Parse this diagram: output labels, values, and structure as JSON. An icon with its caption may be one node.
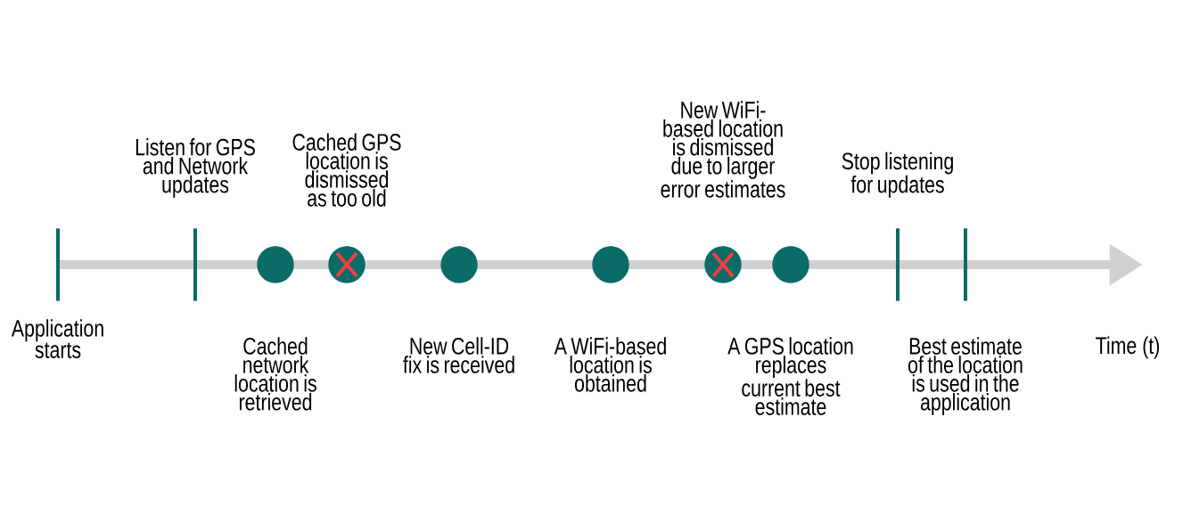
{
  "diagram": {
    "nodes": [
      {
        "text": [],
        "shape": "bar",
        "beside": [
          "Application starts"
        ]
      },
      {
        "text": [],
        "shape": "bar",
        "beside": [
          "Listen for GPS and Network updates"
        ]
      },
      {
        "text": [],
        "shape": "circle",
        "beside": [
          "Cached network location is retrieved"
        ]
      },
      {
        "text": [],
        "shape": "cross",
        "beside": [
          "Cached GPS location is dismissed as too old"
        ]
      },
      {
        "text": [],
        "shape": "circle",
        "beside": [
          "New Cell-ID fix is received"
        ]
      },
      {
        "text": [],
        "shape": "circle",
        "beside": [
          "A WiFi-based location is obtained"
        ]
      },
      {
        "text": [],
        "shape": "cross",
        "beside": [
          "New WiFi-based location is dismissed due to larger error estimates"
        ]
      },
      {
        "text": [],
        "shape": "circle",
        "beside": [
          "A GPS location replaces current best estimate"
        ]
      },
      {
        "text": [],
        "shape": "bar",
        "beside": [
          "Stop listening for updates"
        ]
      },
      {
        "text": [],
        "shape": "bar",
        "beside": [
          "Best estimate of the location is used in the application"
        ]
      }
    ],
    "edges": [],
    "labels": [
      "Time (t)"
    ]
  }
}
